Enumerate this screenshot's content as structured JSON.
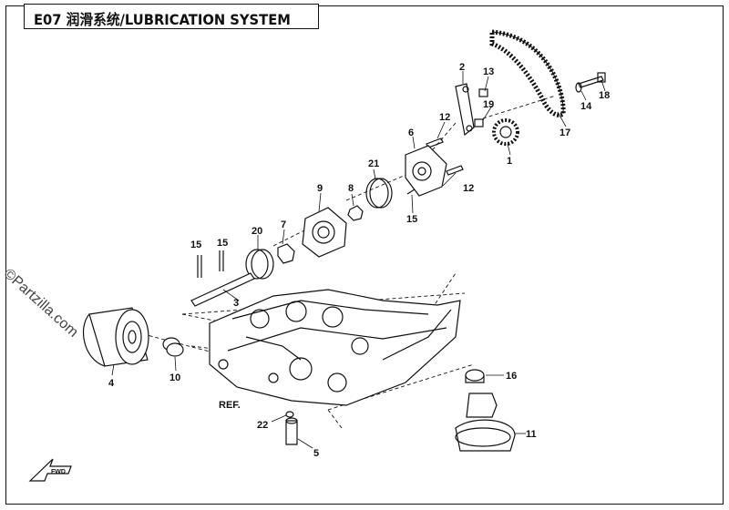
{
  "title": "E07 润滑系统/LUBRICATION SYSTEM",
  "watermark": "©Partzilla.com",
  "ref_label": "REF.",
  "fwd_label": "FWD",
  "callouts": [
    "1",
    "2",
    "3",
    "4",
    "5",
    "6",
    "7",
    "8",
    "9",
    "10",
    "11",
    "12",
    "12",
    "13",
    "14",
    "15",
    "15",
    "15",
    "16",
    "17",
    "18",
    "19",
    "20",
    "21",
    "22"
  ]
}
